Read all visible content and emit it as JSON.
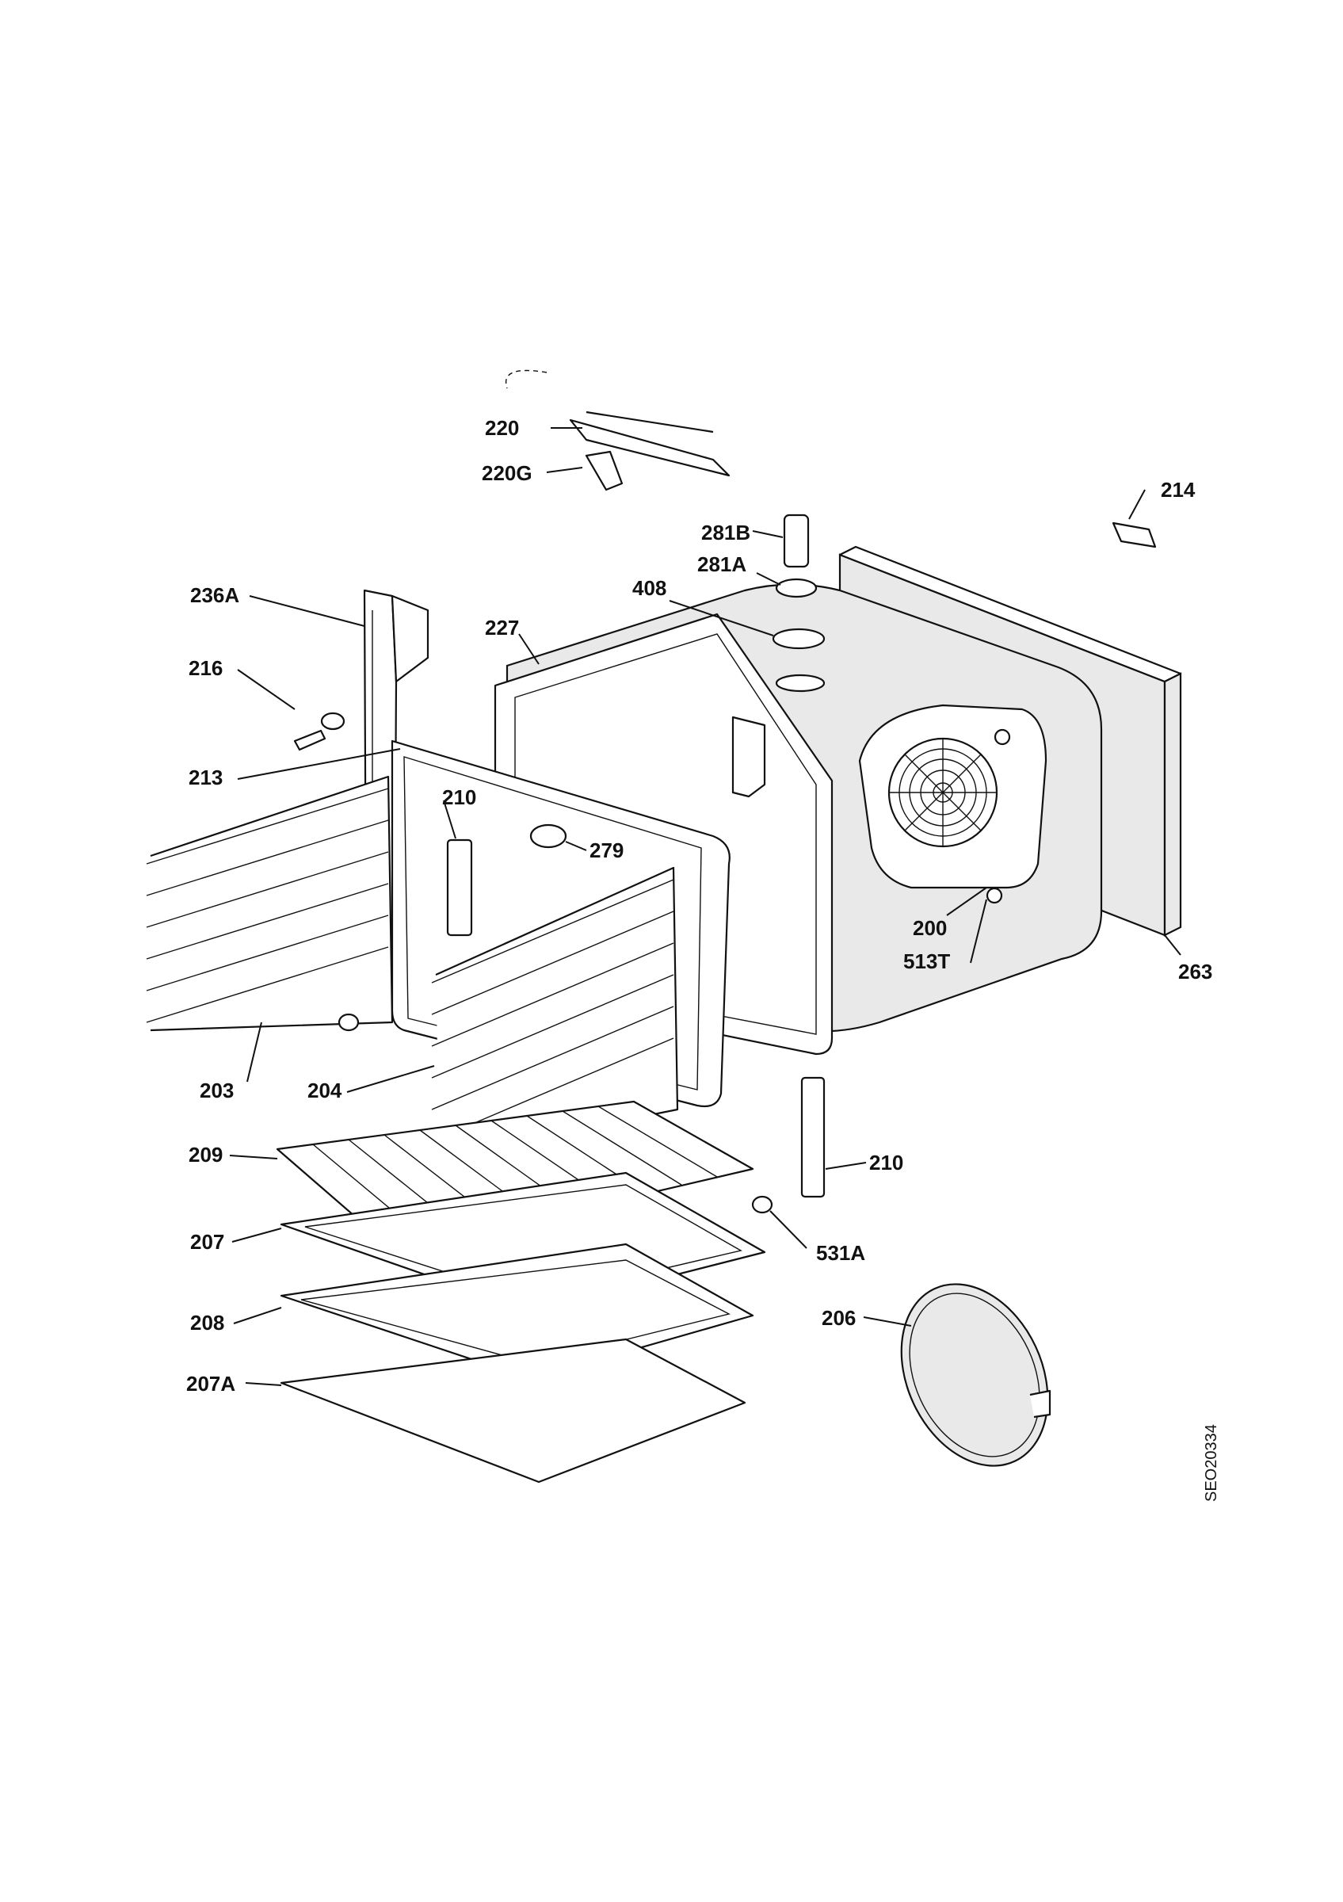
{
  "drawing_code": "SEO20334",
  "callouts": {
    "c220": "220",
    "c220G": "220G",
    "c214": "214",
    "c281B": "281B",
    "c281A": "281A",
    "c408": "408",
    "c236A": "236A",
    "c227": "227",
    "c216": "216",
    "c213": "213",
    "c210a": "210",
    "c279": "279",
    "c200": "200",
    "c513T": "513T",
    "c263": "263",
    "c203": "203",
    "c204": "204",
    "c209": "209",
    "c210b": "210",
    "c207": "207",
    "c531A": "531A",
    "c208": "208",
    "c206": "206",
    "c207A": "207A"
  }
}
